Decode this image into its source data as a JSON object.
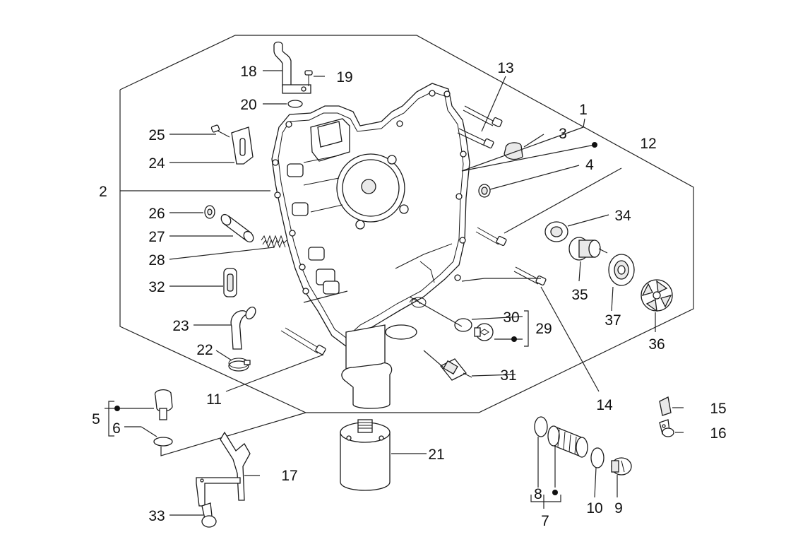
{
  "diagram": {
    "labels": [
      "1",
      "2",
      "3",
      "4",
      "5",
      "6",
      "7",
      "8",
      "9",
      "10",
      "11",
      "12",
      "13",
      "14",
      "15",
      "16",
      "17",
      "18",
      "19",
      "20",
      "21",
      "22",
      "23",
      "24",
      "25",
      "26",
      "27",
      "28",
      "29",
      "30",
      "31",
      "32",
      "33",
      "34",
      "35",
      "36",
      "37"
    ]
  }
}
